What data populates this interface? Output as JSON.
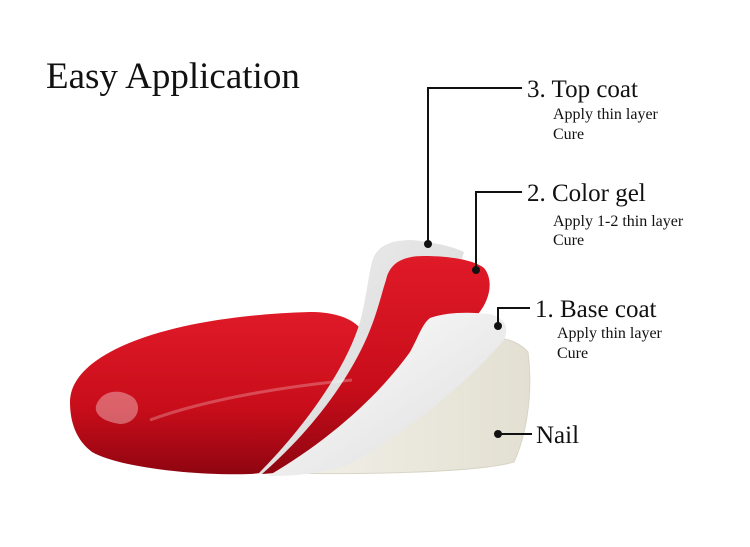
{
  "title": "Easy Application",
  "layers": [
    {
      "id": "top",
      "label": "3. Top coat",
      "steps": [
        "Apply thin layer",
        "Cure"
      ]
    },
    {
      "id": "color",
      "label": "2. Color gel",
      "steps": [
        "Apply 1-2 thin layer",
        "Cure"
      ]
    },
    {
      "id": "base",
      "label": "1. Base coat",
      "steps": [
        "Apply thin layer",
        "Cure"
      ]
    },
    {
      "id": "nail",
      "label": "Nail",
      "steps": []
    }
  ],
  "colors": {
    "polish_red": "#d0101e",
    "polish_dark": "#9b0612",
    "top_coat": "#e6e6e6",
    "base_coat": "#f2f2f2",
    "nail": "#ece9dd",
    "callout_line": "#111111"
  }
}
